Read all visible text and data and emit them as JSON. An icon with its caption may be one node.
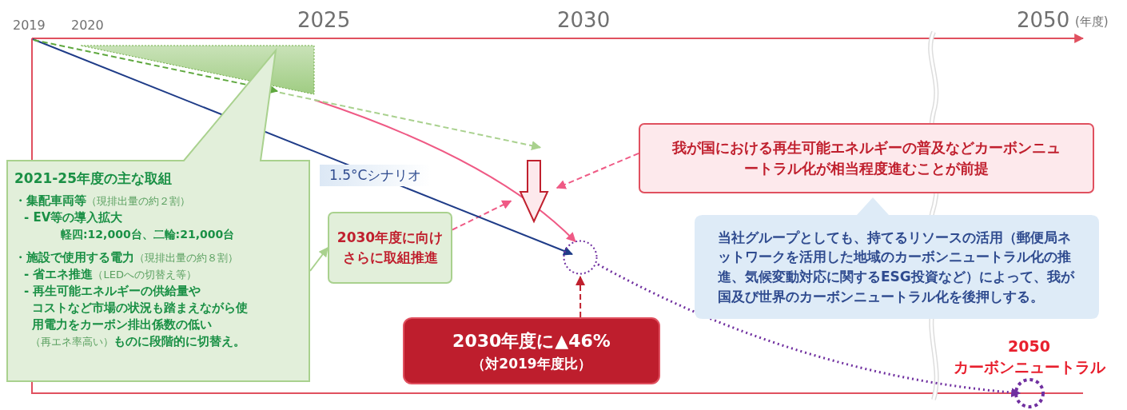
{
  "diagram": {
    "nodes": [
      {
        "text": [
          "2021-25年度の主な取組",
          "・集配車両等",
          "（現排出量の約２割）",
          "- EV等の導入拡大",
          "軽四:12,000台、二輪:21,000台",
          "・施設で使用する電力",
          "（現排出量の約８割）",
          "- 省エネ推進",
          "（LEDへの切替え等）",
          "- 再生可能エネルギーの供給量や",
          "コストなど市場の状況も踏まえながら使用電力をカーボン排出係数の低い",
          "（再エネ率高い）",
          "ものに段階的に切替え。"
        ]
      },
      {
        "text": [
          "2030年度に向けさらに取組推進"
        ]
      },
      {
        "text": [],
        "shape": "arrow"
      },
      {
        "text": [
          "我が国における再生可能エネルギーの普及などカーボンニュートラル化が相当程度進むことが前提"
        ]
      },
      {
        "text": [
          "当社グループとしても、持てるリソースの活用（郵便局ネットワークを活用した地域のカーボンニュートラル化の推進、気候変動対応に関するESG投資など）によって、我が国及び世界のカーボンニュートラル化を後押しする。"
        ]
      },
      {
        "text": [
          "2030年度に▲46%",
          "（対2019年度比）"
        ]
      },
      {
        "text": [],
        "shape": "circle"
      },
      {
        "text": [],
        "shape": "circle",
        "beside": [
          "2050",
          "カーボンニュートラル"
        ]
      },
      {
        "text": [],
        "shape": "triangle"
      }
    ],
    "edges": [
      {
        "from": 0,
        "to": 1,
        "arrow": "to",
        "color": "#a9d18e"
      },
      {
        "from": 1,
        "to": 2,
        "arrow": "to",
        "style": "dashed",
        "color": "#ef5a85"
      },
      {
        "from": 3,
        "to": 2,
        "arrow": "to",
        "style": "dashed",
        "color": "#ef5a85"
      },
      {
        "from": 5,
        "to": 6,
        "arrow": "to",
        "style": "dashed",
        "color": "#c0202e"
      },
      {
        "from": null,
        "to": 6,
        "arrow": "to",
        "label": "1.5°Cシナリオ",
        "color": "#1f3c88"
      },
      {
        "from": 8,
        "to": 6,
        "arrow": "to",
        "color": "#ef5a85"
      },
      {
        "from": 6,
        "to": 7,
        "arrow": "to",
        "style": "dashed",
        "color": "#7030a0"
      },
      {
        "from": null,
        "to": 8,
        "arrow": "to",
        "style": "dashed",
        "color": "#5fa83f"
      },
      {
        "from": 8,
        "to": 2,
        "arrow": "to",
        "style": "dashed",
        "color": "#a9d18e"
      }
    ],
    "labels": [
      "2019",
      "2020",
      "2025",
      "2030",
      "2050",
      "(年度)"
    ]
  }
}
